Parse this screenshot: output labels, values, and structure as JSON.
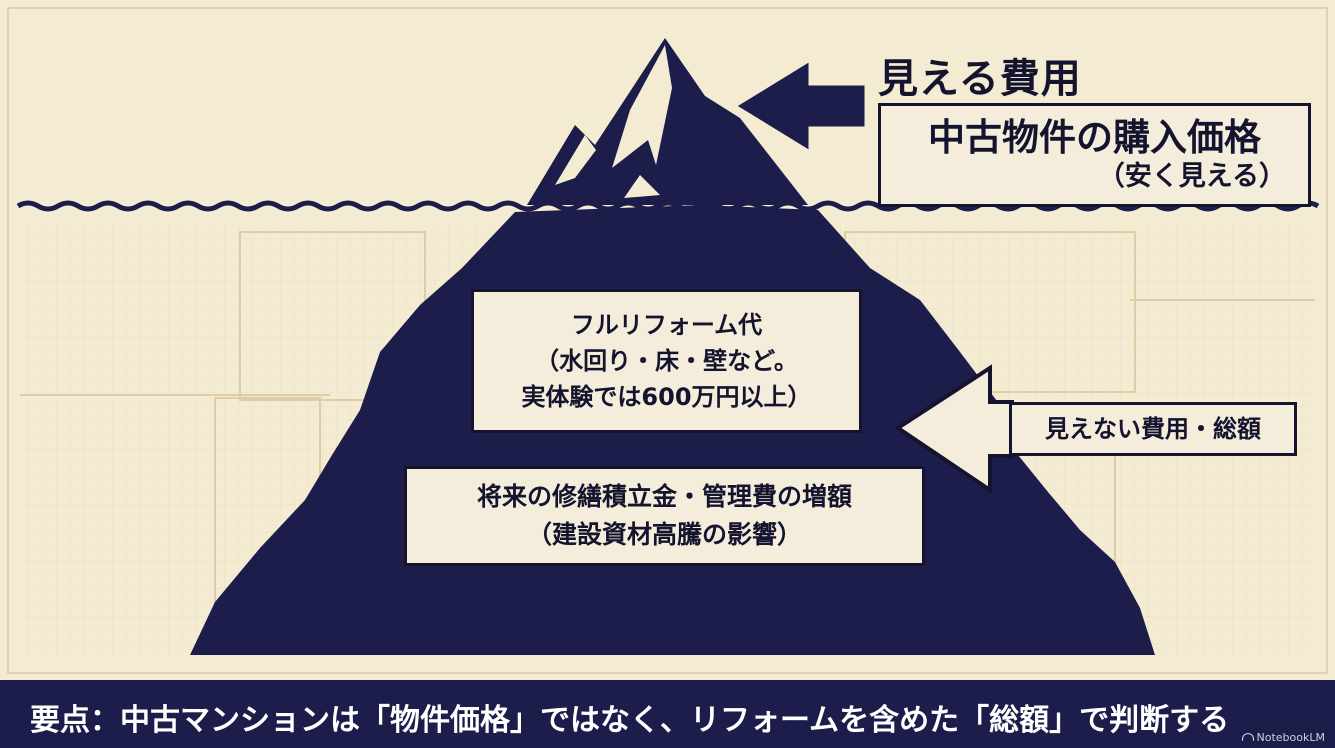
{
  "heading": {
    "visible_costs": "見える費用"
  },
  "price_box": {
    "line1": "中古物件の購入価格",
    "line2": "（安く見える）"
  },
  "reform_box": {
    "line1": "フルリフォーム代",
    "line2": "（水回り・床・壁など。",
    "line3": "実体験では600万円以上）"
  },
  "repair_box": {
    "line1": "将来の修繕積立金・管理費の増額",
    "line2": "（建設資材高騰の影響）"
  },
  "hidden_box": {
    "label": "見えない費用・総額"
  },
  "summary": {
    "text": "要点：中古マンションは「物件価格」ではなく、リフォームを含めた「総額」で判断する"
  },
  "watermark": {
    "label": "NotebookLM"
  },
  "colors": {
    "background": "#f4ebd3",
    "iceberg": "#1d1d4c",
    "ink": "#14142e",
    "box_fill": "#f5eddb",
    "grid_line": "#e2d3b0"
  }
}
